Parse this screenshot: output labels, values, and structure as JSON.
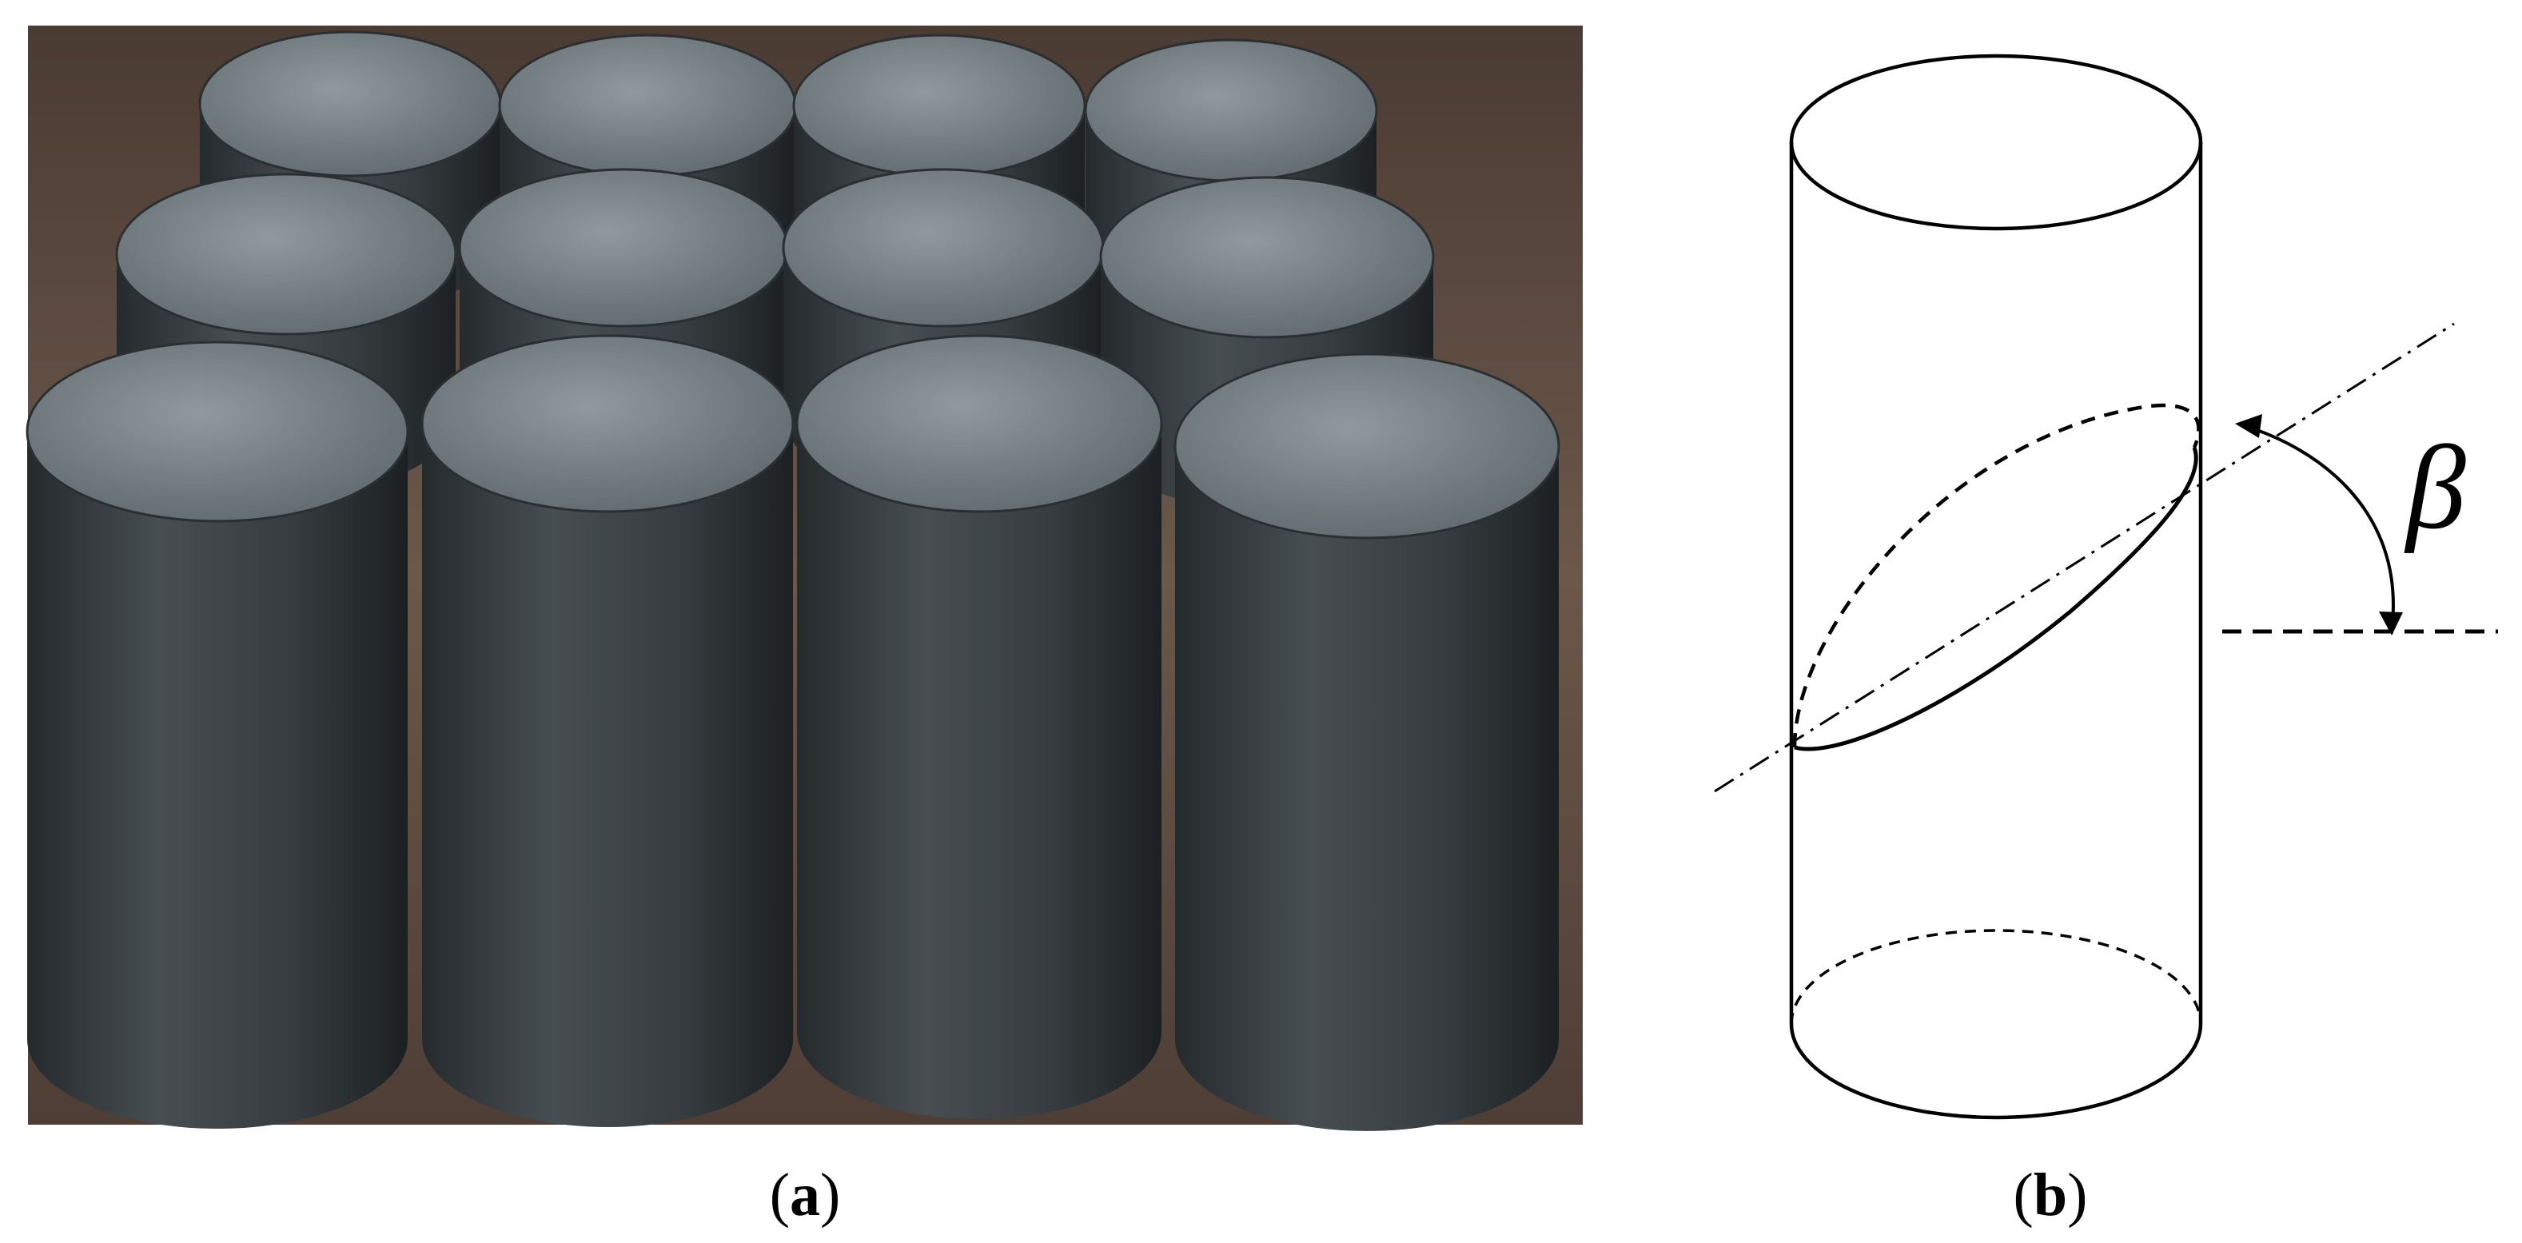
{
  "panels": [
    {
      "id": "a",
      "caption": {
        "open": "(",
        "letter": "a",
        "close": ")"
      }
    },
    {
      "id": "b",
      "caption": {
        "open": "(",
        "letter": "b",
        "close": ")"
      },
      "angle_label": "β"
    }
  ],
  "colors": {
    "line": "#000000",
    "specimen": "#3f4549",
    "specimen_top": "#7c868b",
    "table": "#5b4a40"
  }
}
